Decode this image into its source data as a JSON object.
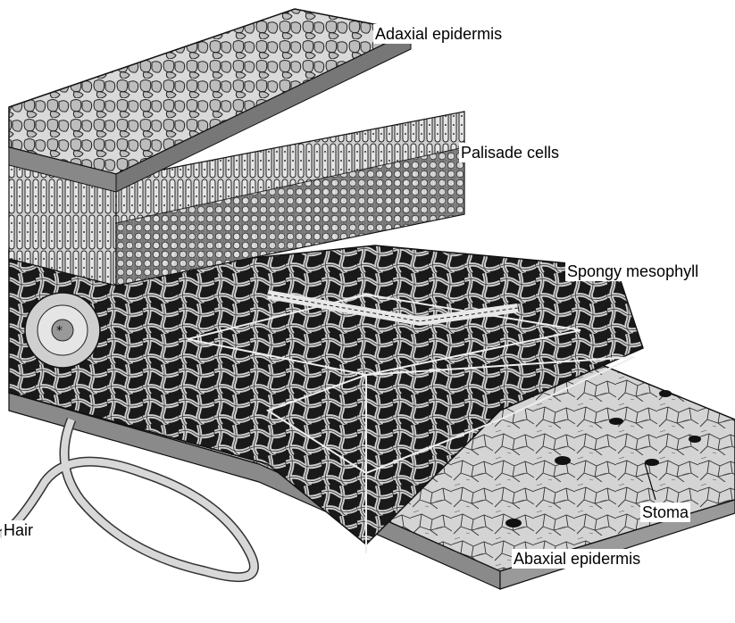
{
  "diagram": {
    "labels": {
      "adaxial_epidermis": "Adaxial epidermis",
      "palisade_cells": "Palisade cells",
      "spongy_mesophyll": "Spongy mesophyll",
      "stoma": "Stoma",
      "hair": "Hair",
      "abaxial_epidermis": "Abaxial epidermis"
    }
  }
}
